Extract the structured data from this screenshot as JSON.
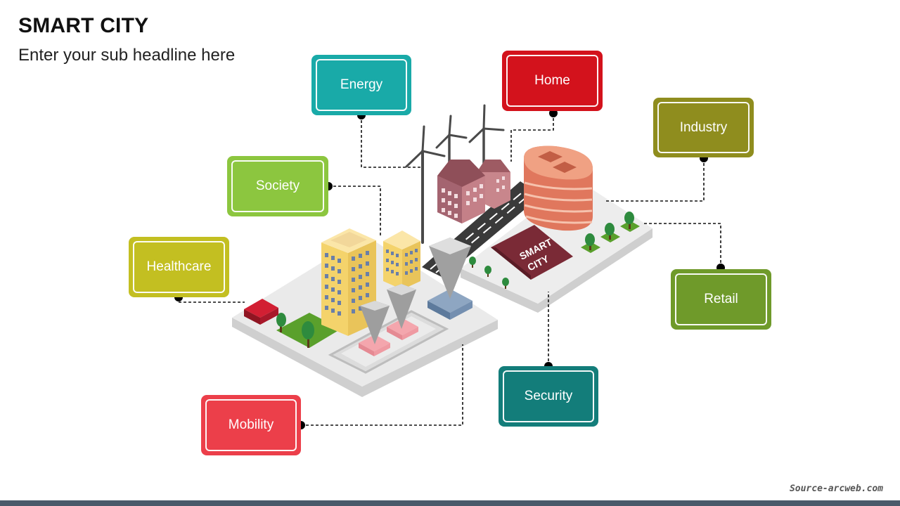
{
  "header": {
    "title": "SMART CITY",
    "subtitle": "Enter your sub headline here"
  },
  "labels": {
    "energy": "Energy",
    "home": "Home",
    "industry": "Industry",
    "society": "Society",
    "healthcare": "Healthcare",
    "retail": "Retail",
    "security": "Security",
    "mobility": "Mobility"
  },
  "sign": {
    "line1": "SMART",
    "line2": "CITY"
  },
  "footer": {
    "source": "Source-arcweb.com"
  },
  "colors": {
    "energy": "#19aaa8",
    "home": "#d3121c",
    "industry": "#8f8d1e",
    "society": "#8cc63f",
    "healthcare": "#c3bf21",
    "retail": "#6f9a2a",
    "security": "#137d7a",
    "mobility": "#ec3f4a"
  }
}
